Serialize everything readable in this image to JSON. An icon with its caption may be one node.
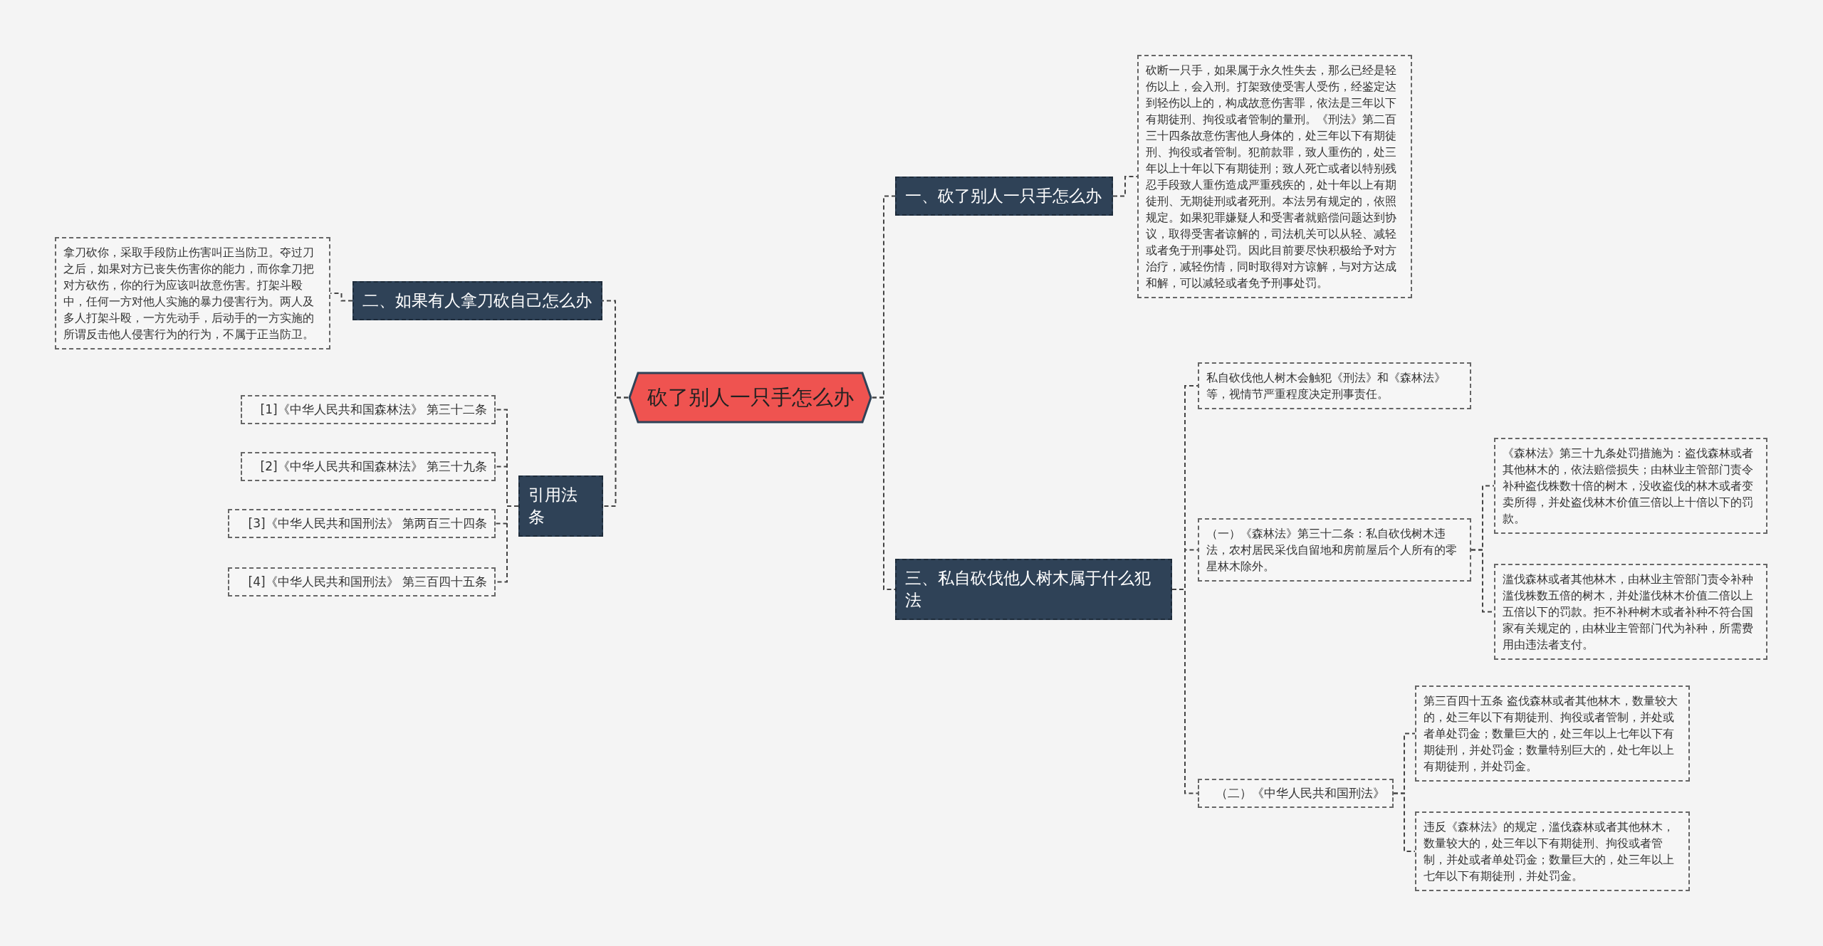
{
  "diagram": {
    "nodes": [
      {
        "text": [
          "砍了别人一只手怎么办"
        ]
      },
      {
        "text": [
          "一、砍了别人一只手怎么办"
        ]
      },
      {
        "text": [
          "砍断一只手，如果属于永久性失去，那么已经是轻伤以上，会入刑。打架致使受害人受伤，经鉴定达到轻伤以上的，构成故意伤害罪，依法是三年以下有期徒刑、拘役或者管制的量刑。《刑法》第二百三十四条故意伤害他人身体的，处三年以下有期徒刑、拘役或者管制。犯前款罪，致人重伤的，处三年以上十年以下有期徒刑；致人死亡或者以特别残忍手段致人重伤造成严重残疾的，处十年以上有期徒刑、无期徒刑或者死刑。本法另有规定的，依照规定。如果犯罪嫌疑人和受害者就赔偿问题达到协议，取得受害者谅解的，司法机关可以从轻、减轻或者免于刑事处罚。因此目前要尽快积极给予对方治疗，减轻伤情，同时取得对方谅解，与对方达成和解，可以减轻或者免予刑事处罚。"
        ]
      },
      {
        "text": [
          "二、如果有人拿刀砍自己怎么办"
        ]
      },
      {
        "text": [
          "拿刀砍你，采取手段防止伤害叫正当防卫。夺过刀之后，如果对方已丧失伤害你的能力，而你拿刀把对方砍伤，你的行为应该叫故意伤害。打架斗殴中，任何一方对他人实施的暴力侵害行为。两人及多人打架斗殴，一方先动手，后动手的一方实施的所谓反击他人侵害行为的行为，不属于正当防卫。"
        ]
      },
      {
        "text": [
          "引用法条"
        ]
      },
      {
        "text": [
          "[1]《中华人民共和国森林法》 第三十二条"
        ]
      },
      {
        "text": [
          "[2]《中华人民共和国森林法》 第三十九条"
        ]
      },
      {
        "text": [
          "[3]《中华人民共和国刑法》 第两百三十四条"
        ]
      },
      {
        "text": [
          "[4]《中华人民共和国刑法》 第三百四十五条"
        ]
      },
      {
        "text": [
          "三、私自砍伐他人树木属于什么犯法"
        ]
      },
      {
        "text": [
          "私自砍伐他人树木会触犯《刑法》和《森林法》等，视情节严重程度决定刑事责任。"
        ]
      },
      {
        "text": [
          "（一）《森林法》第三十二条：私自砍伐树木违法，农村居民采伐自留地和房前屋后个人所有的零星林木除外。"
        ]
      },
      {
        "text": [
          "《森林法》第三十九条处罚措施为：盗伐森林或者其他林木的，依法赔偿损失；由林业主管部门责令补种盗伐株数十倍的树木，没收盗伐的林木或者变卖所得，并处盗伐林木价值三倍以上十倍以下的罚款。"
        ]
      },
      {
        "text": [
          "滥伐森林或者其他林木，由林业主管部门责令补种滥伐株数五倍的树木，并处滥伐林木价值二倍以上五倍以下的罚款。拒不补种树木或者补种不符合国家有关规定的，由林业主管部门代为补种，所需费用由违法者支付。"
        ]
      },
      {
        "text": [
          "（二）《中华人民共和国刑法》"
        ]
      },
      {
        "text": [
          "第三百四十五条 盗伐森林或者其他林木，数量较大的，处三年以下有期徒刑、拘役或者管制，并处或者单处罚金；数量巨大的，处三年以上七年以下有期徒刑，并处罚金；数量特别巨大的，处七年以上有期徒刑，并处罚金。"
        ]
      },
      {
        "text": [
          "违反《森林法》的规定，滥伐森林或者其他林木，数量较大的，处三年以下有期徒刑、拘役或者管制，并处或者单处罚金；数量巨大的，处三年以上七年以下有期徒刑，并处罚金。"
        ]
      }
    ],
    "edges": [
      {
        "from": 0,
        "to": 1,
        "arrow": "none"
      },
      {
        "from": 1,
        "to": 2,
        "arrow": "none"
      },
      {
        "from": 0,
        "to": 3,
        "arrow": "none"
      },
      {
        "from": 3,
        "to": 4,
        "arrow": "none"
      },
      {
        "from": 0,
        "to": 5,
        "arrow": "none"
      },
      {
        "from": 5,
        "to": 6,
        "arrow": "none"
      },
      {
        "from": 5,
        "to": 7,
        "arrow": "none"
      },
      {
        "from": 5,
        "to": 8,
        "arrow": "none"
      },
      {
        "from": 5,
        "to": 9,
        "arrow": "none"
      },
      {
        "from": 0,
        "to": 10,
        "arrow": "none"
      },
      {
        "from": 10,
        "to": 11,
        "arrow": "none"
      },
      {
        "from": 10,
        "to": 12,
        "arrow": "none"
      },
      {
        "from": 12,
        "to": 13,
        "arrow": "none"
      },
      {
        "from": 12,
        "to": 14,
        "arrow": "none"
      },
      {
        "from": 10,
        "to": 15,
        "arrow": "none"
      },
      {
        "from": 15,
        "to": 16,
        "arrow": "none"
      },
      {
        "from": 15,
        "to": 17,
        "arrow": "none"
      }
    ]
  }
}
